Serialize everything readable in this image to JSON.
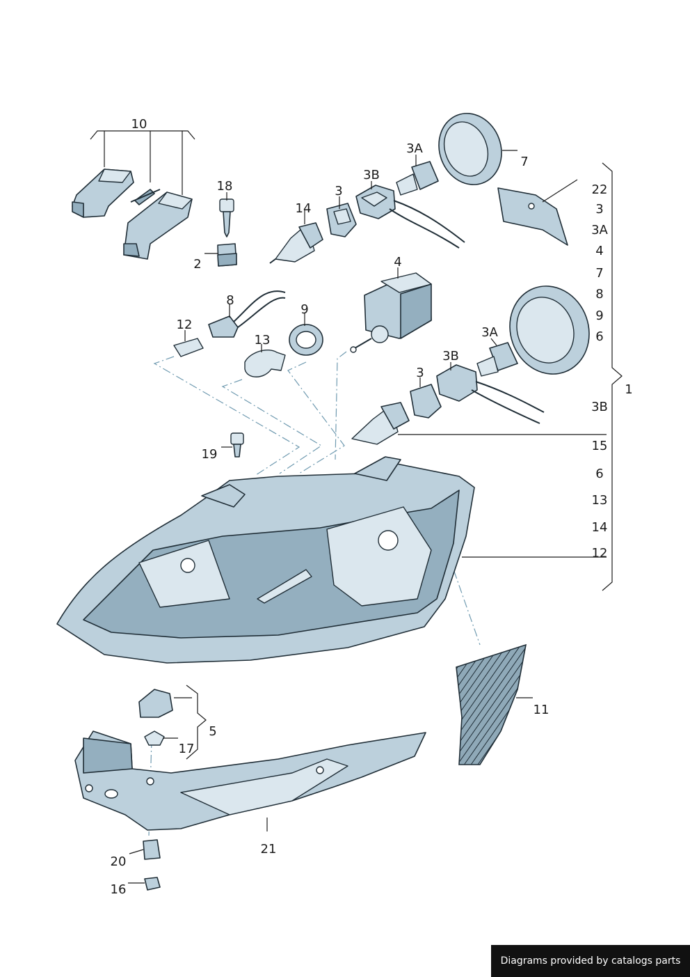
{
  "callouts": {
    "c10": "10",
    "c18": "18",
    "c2": "2",
    "c14": "14",
    "c3a": "3",
    "c3b_top": "3B",
    "c3a_top": "3A",
    "c7": "7",
    "c4": "4",
    "c8": "8",
    "c9": "9",
    "c12": "12",
    "c13": "13",
    "c3b_mid": "3B",
    "c3a_mid": "3A",
    "c3_mid": "3",
    "c19": "19",
    "c11": "11",
    "c5": "5",
    "c17": "17",
    "c21": "21",
    "c20": "20",
    "c16": "16",
    "c1": "1"
  },
  "group_list_top": [
    "22",
    "3",
    "3A",
    "4",
    "7",
    "8",
    "9",
    "6"
  ],
  "group_list_bottom": [
    "3B",
    "15",
    "6",
    "13",
    "14",
    "12"
  ],
  "footer": {
    "text": "Diagrams provided by catalogs parts"
  }
}
